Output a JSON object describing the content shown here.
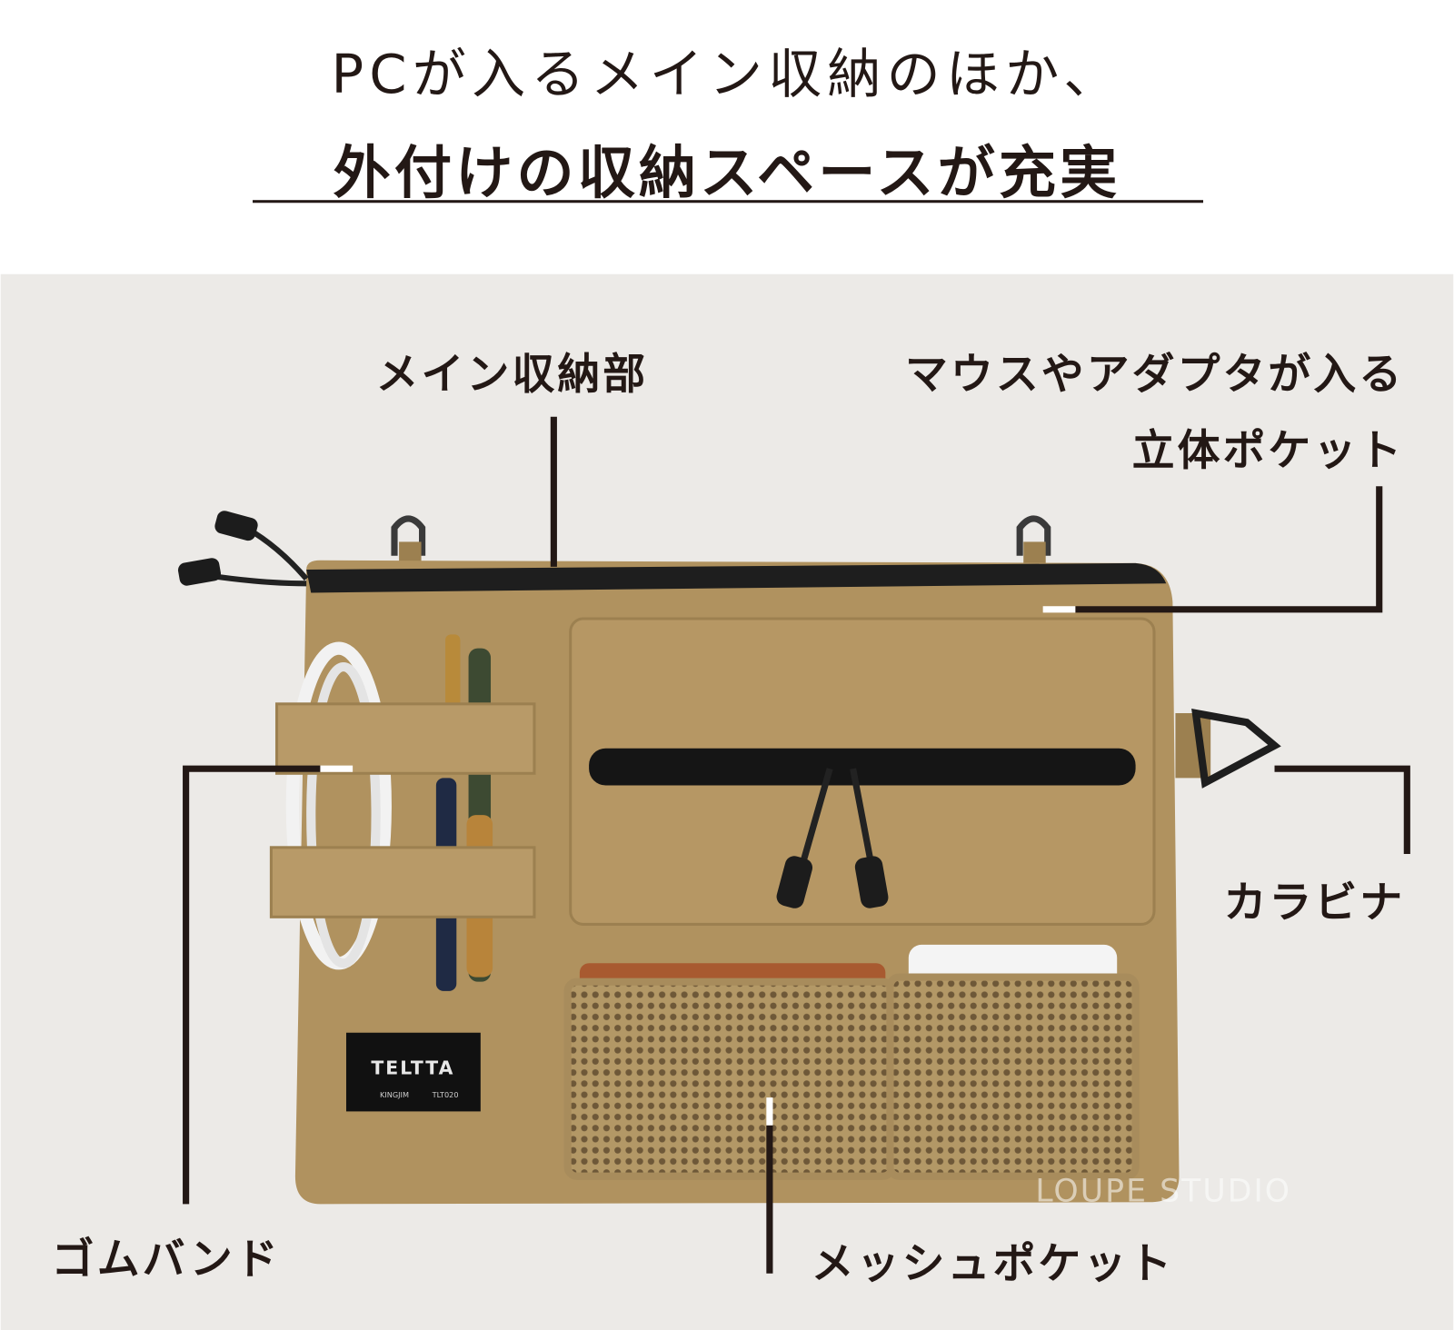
{
  "heading": {
    "line1": "PCが入るメイン収納のほか、",
    "line2": "外付けの収納スペースが充実"
  },
  "callouts": {
    "main_storage": "メイン収納部",
    "pocket_line1": "マウスやアダプタが入る",
    "pocket_line2": "立体ポケット",
    "carabiner": "カラビナ",
    "rubber_band": "ゴムバンド",
    "mesh_pocket": "メッシュポケット"
  },
  "product_tag": {
    "brand": "TELTTA",
    "maker": "KINGJIM",
    "model": "TLT020"
  },
  "watermark": "LOUPE STUDIO",
  "colors": {
    "bag": "#b0925f",
    "background": "#eceae7",
    "text": "#231815"
  }
}
